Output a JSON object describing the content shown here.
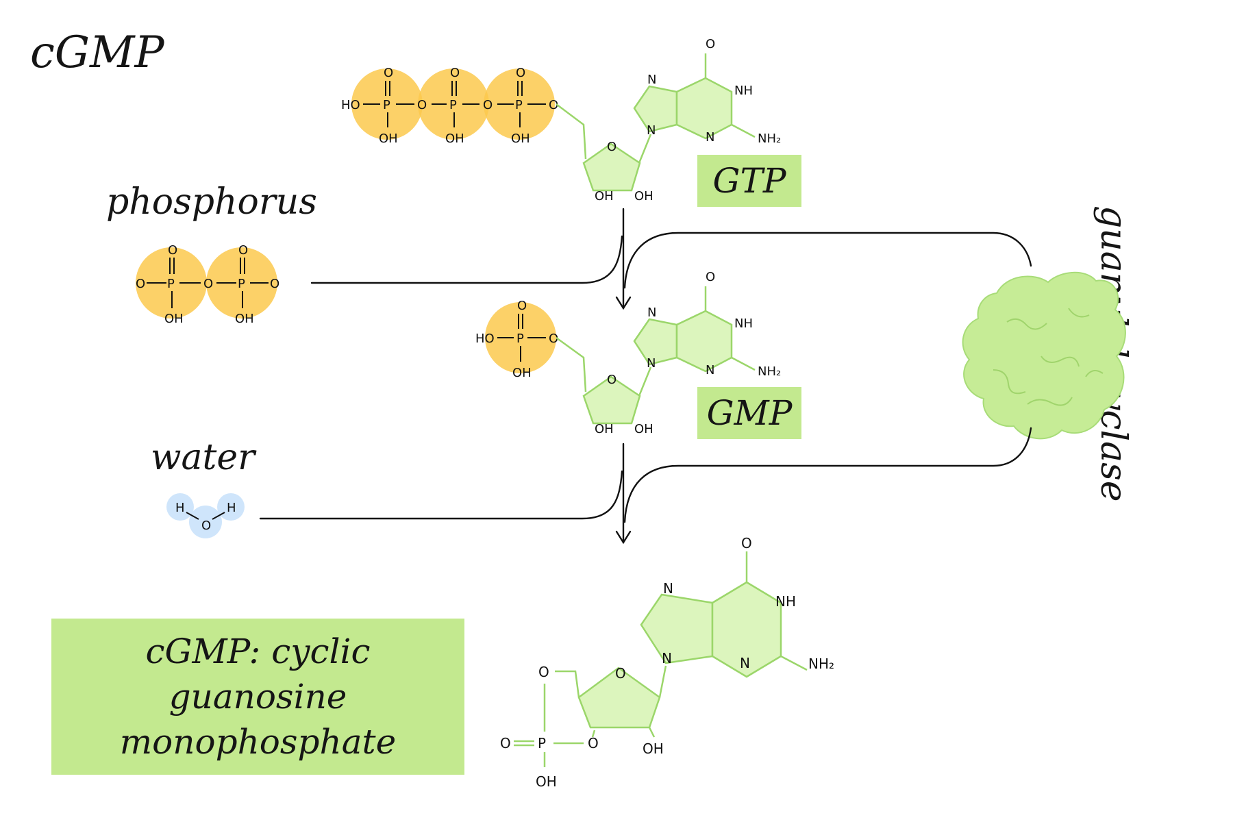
{
  "title": "cGMP",
  "labels": {
    "phosphorus": "phosphorus",
    "water": "water",
    "enzyme": "guanylyl cyclase"
  },
  "tags": {
    "gtp": "GTP",
    "gmp": "GMP"
  },
  "definition": {
    "line1": "cGMP: cyclic guanosine",
    "line2": "monophosphate"
  },
  "atoms": {
    "O": "O",
    "P": "P",
    "N": "N",
    "H": "H",
    "OH": "OH",
    "HO": "HO",
    "NH": "NH",
    "NH2": "NH₂"
  },
  "colors": {
    "phosphate": "#fbc94e",
    "guanine": "#c3e98f",
    "water": "#cfe5fb",
    "enzyme": "#c6ec96",
    "tag": "#c3e98f"
  }
}
